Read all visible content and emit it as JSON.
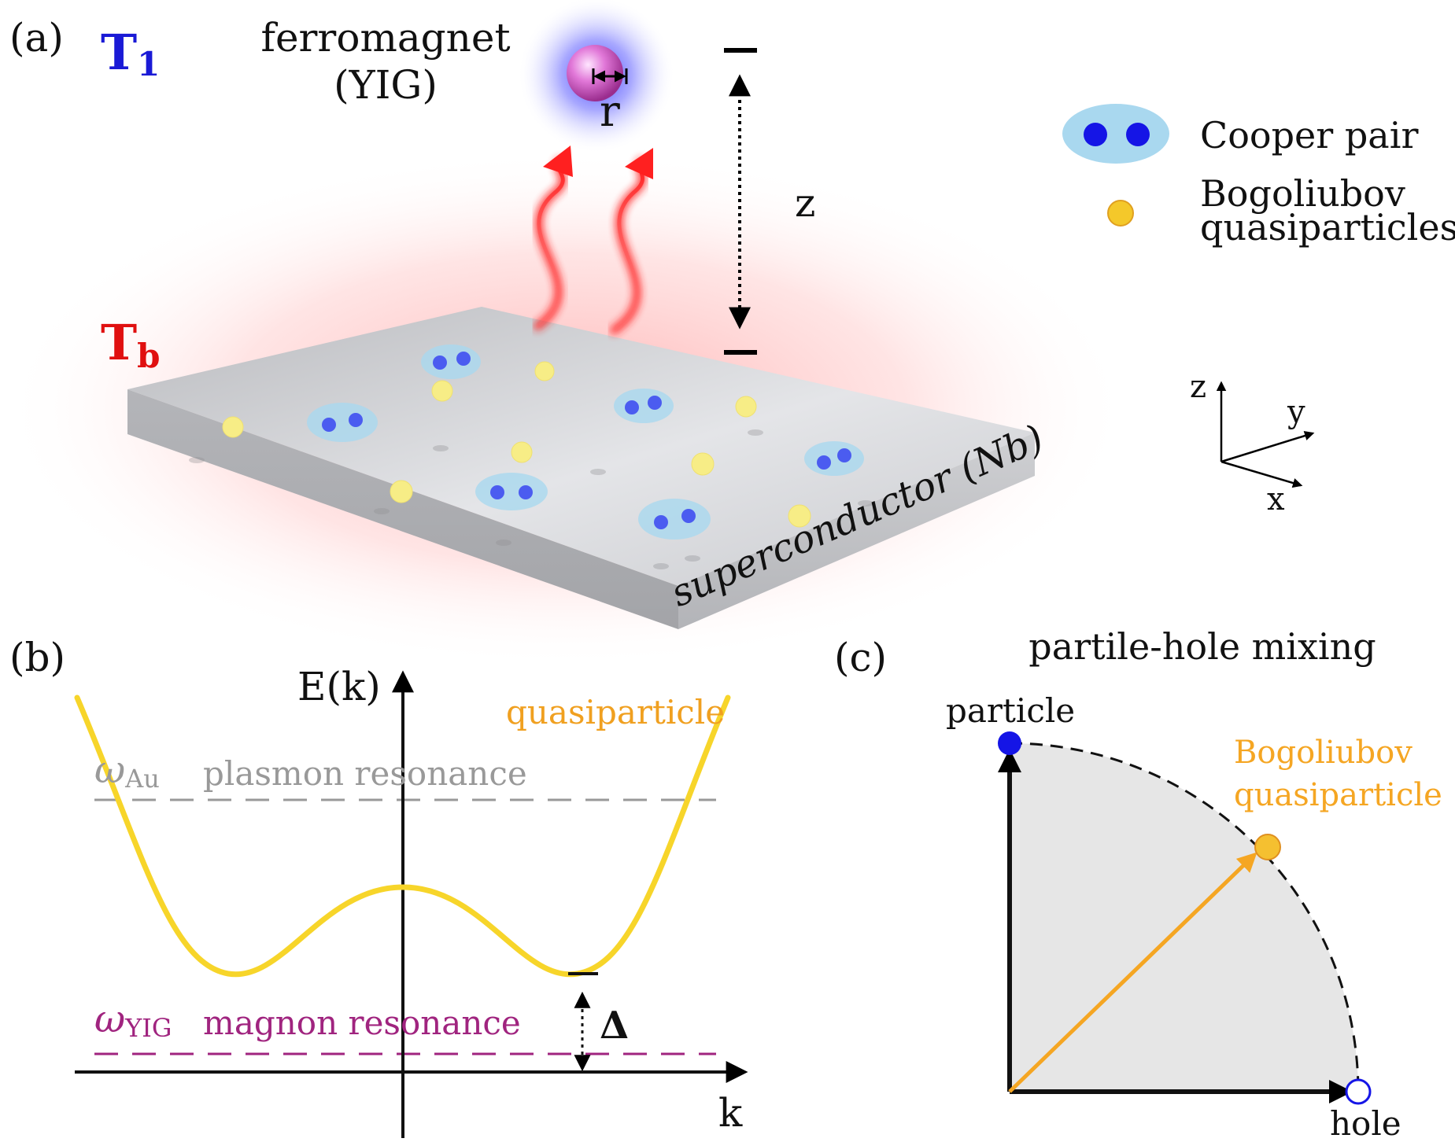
{
  "panel_a": {
    "label": "(a)",
    "t1": "T",
    "t1_sub": "1",
    "tb": "T",
    "tb_sub": "b",
    "ferromagnet_line1": "ferromagnet",
    "ferromagnet_line2": "(YIG)",
    "r_label": "r",
    "z_label": "z",
    "substrate_label": "superconductor (Nb)",
    "legend_cooper": "Cooper pair",
    "legend_bogo_line1": "Bogoliubov",
    "legend_bogo_line2": "quasiparticles",
    "axis_z": "z",
    "axis_y": "y",
    "axis_x": "x"
  },
  "panel_b": {
    "label": "(b)",
    "ylabel": "E(k)",
    "xlabel": "k",
    "curve_label": "quasiparticle",
    "omega_au_symbol": "ω",
    "omega_au_sub": "Au",
    "plasmon_label": "plasmon resonance",
    "omega_yig_symbol": "ω",
    "omega_yig_sub": "YIG",
    "magnon_label": "magnon resonance",
    "gap_label": "Δ"
  },
  "panel_c": {
    "label": "(c)",
    "title": "partile-hole mixing",
    "particle_label": "particle",
    "hole_label": "hole",
    "bogo_line1": "Bogoliubov",
    "bogo_line2": "quasiparticle"
  },
  "colors": {
    "t1": "#1a1ad6",
    "tb": "#e01010",
    "cooper_halo": "#a9d8ef",
    "cooper_dot": "#1515e6",
    "qp_yellow": "#f7e56a",
    "legend_qp": "#f4c82a",
    "curve": "#f7d52a",
    "curve_label": "#f0a020",
    "plasmon": "#999999",
    "magnon": "#a0247f",
    "bogo_c": "#f5a623",
    "slab": "#c4c5c9"
  }
}
